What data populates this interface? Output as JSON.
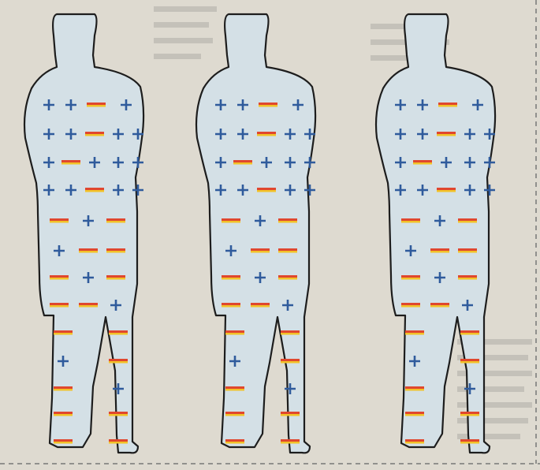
{
  "figure": {
    "description_visible_text": "",
    "figures": [
      {
        "id": "left",
        "rows": [
          [
            "+",
            "+",
            "-",
            "+"
          ],
          [
            "+",
            "+",
            "-",
            "+",
            "+"
          ],
          [
            "+",
            "-",
            "+",
            "+",
            "+"
          ],
          [
            "+",
            "+",
            "-",
            "+",
            "+"
          ],
          [
            "-",
            "+",
            "-"
          ],
          [
            "+",
            "-",
            "-"
          ],
          [
            "-",
            "+",
            "-"
          ],
          [
            "-",
            "-",
            "+"
          ],
          [
            "-",
            "-"
          ],
          [
            "+",
            "-"
          ],
          [
            "-",
            "+"
          ],
          [
            "-",
            "-"
          ],
          [
            "-",
            "-"
          ]
        ]
      },
      {
        "id": "middle",
        "rows": [
          [
            "+",
            "+",
            "-",
            "+"
          ],
          [
            "+",
            "+",
            "-",
            "+",
            "+"
          ],
          [
            "+",
            "-",
            "+",
            "+",
            "+"
          ],
          [
            "+",
            "+",
            "-",
            "+",
            "+"
          ],
          [
            "-",
            "+",
            "-"
          ],
          [
            "+",
            "-",
            "-"
          ],
          [
            "-",
            "+",
            "-"
          ],
          [
            "-",
            "-",
            "+"
          ],
          [
            "-",
            "-"
          ],
          [
            "+",
            "-"
          ],
          [
            "-",
            "+"
          ],
          [
            "-",
            "-"
          ],
          [
            "-",
            "-"
          ]
        ]
      },
      {
        "id": "right",
        "rows": [
          [
            "+",
            "+",
            "-",
            "+"
          ],
          [
            "+",
            "+",
            "-",
            "+",
            "+"
          ],
          [
            "+",
            "-",
            "+",
            "+",
            "+"
          ],
          [
            "+",
            "+",
            "-",
            "+",
            "+"
          ],
          [
            "-",
            "+",
            "-"
          ],
          [
            "+",
            "-",
            "-"
          ],
          [
            "-",
            "+",
            "-"
          ],
          [
            "-",
            "-",
            "+"
          ],
          [
            "-",
            "-"
          ],
          [
            "+",
            "-"
          ],
          [
            "-",
            "+"
          ],
          [
            "-",
            "-"
          ],
          [
            "-",
            "-"
          ]
        ]
      }
    ],
    "colors": {
      "background": "#dedad0",
      "body_fill": "#d4e0e6",
      "outline": "#1d1d1d",
      "positive_charge": "#2f5b9c",
      "negative_charge_top": "#e0472e",
      "negative_charge_bottom": "#f2c227"
    }
  }
}
